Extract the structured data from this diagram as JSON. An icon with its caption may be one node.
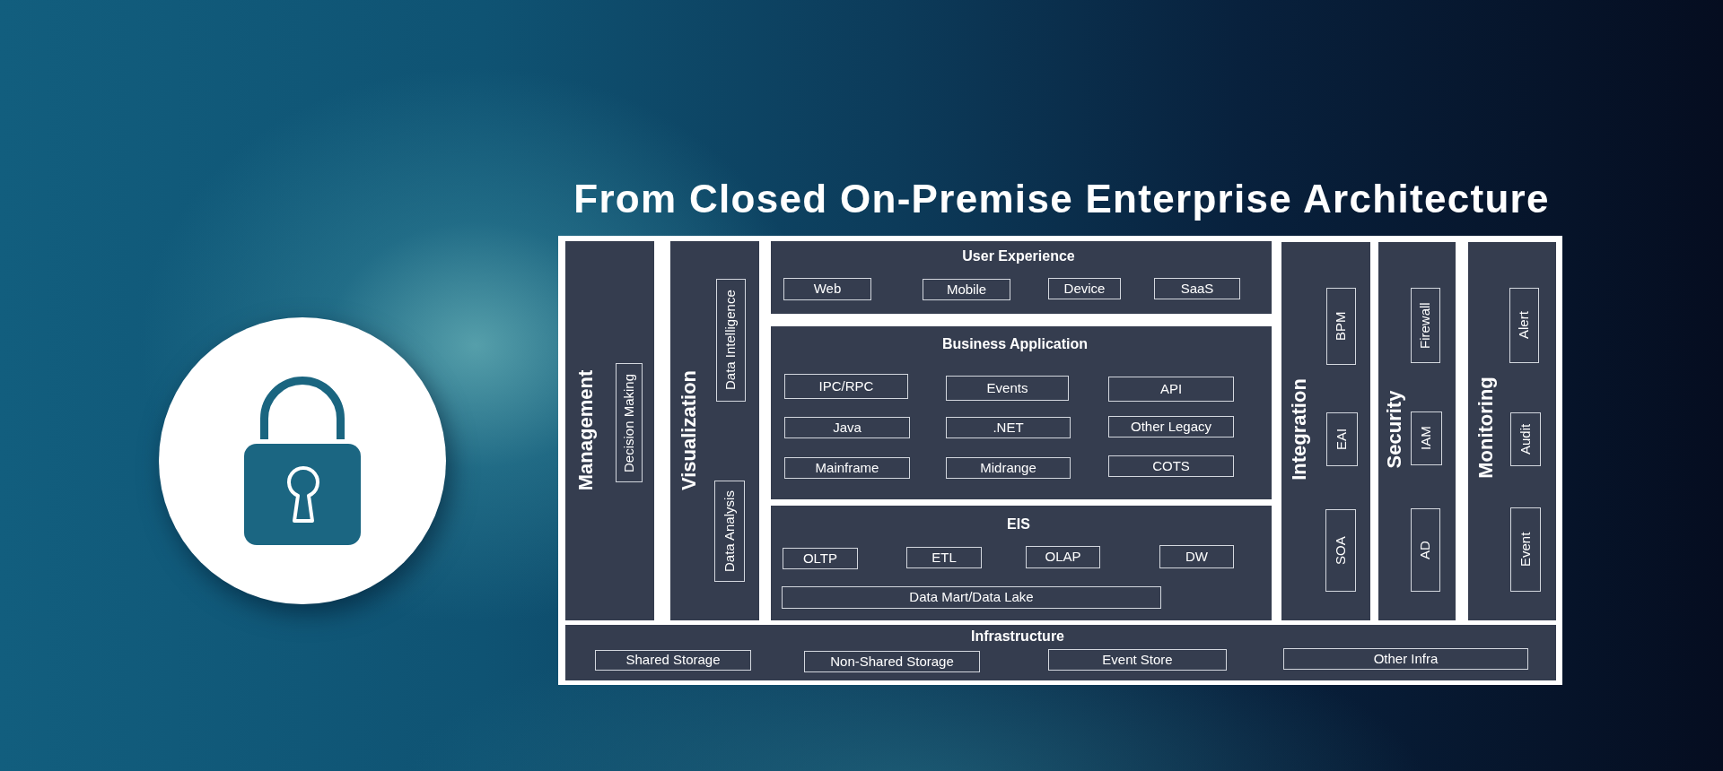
{
  "diagram": {
    "title": "From Closed On-Premise Enterprise Architecture",
    "nodes": [
      {
        "text": [
          "Management"
        ]
      },
      {
        "text": [
          "Decision Making"
        ],
        "in": 0
      },
      {
        "text": [
          "Visualization"
        ]
      },
      {
        "text": [
          "Data Intelligence"
        ],
        "in": 2
      },
      {
        "text": [
          "Data Analysis"
        ],
        "in": 2
      },
      {
        "text": [
          "User Experience"
        ]
      },
      {
        "text": [
          "Web"
        ],
        "in": 5
      },
      {
        "text": [
          "Mobile"
        ],
        "in": 5
      },
      {
        "text": [
          "Device"
        ],
        "in": 5
      },
      {
        "text": [
          "SaaS"
        ],
        "in": 5
      },
      {
        "text": [
          "Business Application"
        ]
      },
      {
        "text": [
          "IPC/RPC"
        ],
        "in": 10
      },
      {
        "text": [
          "Events"
        ],
        "in": 10
      },
      {
        "text": [
          "API"
        ],
        "in": 10
      },
      {
        "text": [
          "Java"
        ],
        "in": 10
      },
      {
        "text": [
          ".NET"
        ],
        "in": 10
      },
      {
        "text": [
          "Other Legacy"
        ],
        "in": 10
      },
      {
        "text": [
          "Mainframe"
        ],
        "in": 10
      },
      {
        "text": [
          "Midrange"
        ],
        "in": 10
      },
      {
        "text": [
          "COTS"
        ],
        "in": 10
      },
      {
        "text": [
          "EIS"
        ]
      },
      {
        "text": [
          "OLTP"
        ],
        "in": 20
      },
      {
        "text": [
          "ETL"
        ],
        "in": 20
      },
      {
        "text": [
          "OLAP"
        ],
        "in": 20
      },
      {
        "text": [
          "DW"
        ],
        "in": 20
      },
      {
        "text": [
          "Data Mart/Data Lake"
        ],
        "in": 20
      },
      {
        "text": [
          "Integration"
        ]
      },
      {
        "text": [
          "BPM"
        ],
        "in": 26
      },
      {
        "text": [
          "EAI"
        ],
        "in": 26
      },
      {
        "text": [
          "SOA"
        ],
        "in": 26
      },
      {
        "text": [
          "Security"
        ]
      },
      {
        "text": [
          "Firewall"
        ],
        "in": 30
      },
      {
        "text": [
          "IAM"
        ],
        "in": 30
      },
      {
        "text": [
          "AD"
        ],
        "in": 30
      },
      {
        "text": [
          "Monitoring"
        ]
      },
      {
        "text": [
          "Alert"
        ],
        "in": 34
      },
      {
        "text": [
          "Audit"
        ],
        "in": 34
      },
      {
        "text": [
          "Event"
        ],
        "in": 34
      },
      {
        "text": [
          "Infrastructure"
        ]
      },
      {
        "text": [
          "Shared Storage"
        ],
        "in": 38
      },
      {
        "text": [
          "Non-Shared Storage"
        ],
        "in": 38
      },
      {
        "text": [
          "Event Store"
        ],
        "in": 38
      },
      {
        "text": [
          "Other Infra"
        ],
        "in": 38
      }
    ]
  }
}
